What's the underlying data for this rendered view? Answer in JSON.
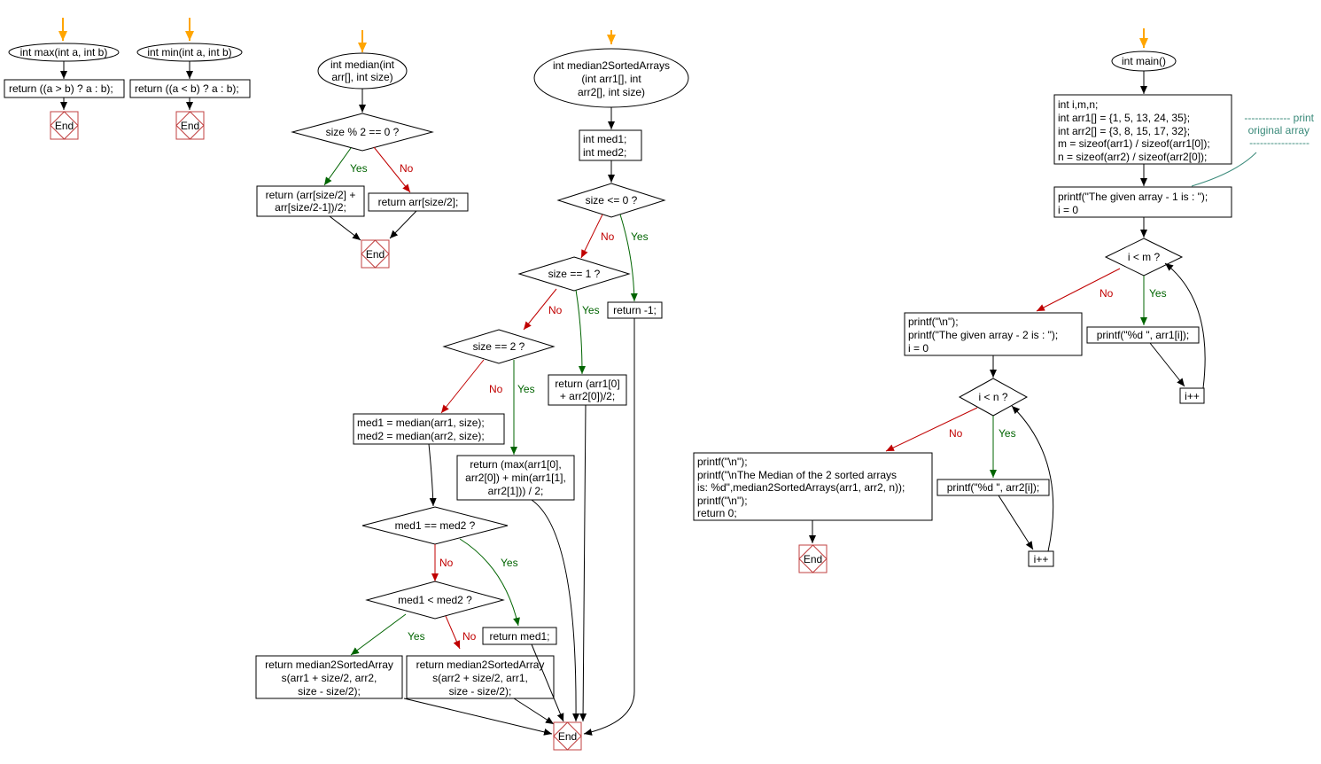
{
  "max_fn": {
    "title": "int max(int a, int b)",
    "ret": "return ((a > b) ? a : b);",
    "end": "End"
  },
  "min_fn": {
    "title": "int min(int a, int b)",
    "ret": "return ((a < b) ? a : b);",
    "end": "End"
  },
  "median_fn": {
    "title": [
      "int median(int",
      "arr[], int size)"
    ],
    "cond": "size % 2 == 0 ?",
    "yes": "Yes",
    "no": "No",
    "ret_even": [
      "return (arr[size/2] +",
      "arr[size/2-1])/2;"
    ],
    "ret_odd": "return arr[size/2];",
    "end": "End"
  },
  "median2_fn": {
    "title": [
      "int median2SortedArrays",
      "(int arr1[], int",
      "arr2[], int size)"
    ],
    "decl": [
      "int med1;",
      "int med2;"
    ],
    "cond1": "size <= 0 ?",
    "ret1": "return -1;",
    "cond2": "size == 1 ?",
    "ret2": [
      "return (arr1[0]",
      "+ arr2[0])/2;"
    ],
    "cond3": "size == 2 ?",
    "calc": [
      "med1 = median(arr1, size);",
      "med2 = median(arr2, size);"
    ],
    "ret3": [
      "return (max(arr1[0],",
      "arr2[0]) + min(arr1[1],",
      "arr2[1])) / 2;"
    ],
    "cond4": "med1 == med2 ?",
    "ret4": "return med1;",
    "cond5": "med1 < med2 ?",
    "ret5": [
      "return median2SortedArray",
      "s(arr1 + size/2, arr2,",
      "size - size/2);"
    ],
    "ret6": [
      "return median2SortedArray",
      "s(arr2 + size/2, arr1,",
      "size - size/2);"
    ],
    "yes": "Yes",
    "no": "No",
    "end": "End"
  },
  "main_fn": {
    "title": "int main()",
    "init": [
      "int i,m,n;",
      "int arr1[] = {1, 5, 13, 24, 35};",
      "int arr2[] = {3, 8, 15, 17, 32};",
      "m = sizeof(arr1) / sizeof(arr1[0]);",
      "n = sizeof(arr2) / sizeof(arr2[0]);"
    ],
    "comment": [
      "------------- print",
      "original array",
      "-----------------"
    ],
    "print1": [
      "printf(\"The given array - 1 is :  \");",
      "i = 0"
    ],
    "cond1": "i < m ?",
    "loop1": "printf(\"%d   \", arr1[i]);",
    "inc1": "i++",
    "print2": [
      "printf(\"\\n\");",
      "printf(\"The given array - 2 is :  \");",
      "i = 0"
    ],
    "cond2": "i < n ?",
    "loop2": "printf(\"%d   \", arr2[i]);",
    "inc2": "i++",
    "final": [
      "printf(\"\\n\");",
      "printf(\"\\nThe Median of the 2 sorted arrays",
      "is: %d\",median2SortedArrays(arr1, arr2, n));",
      "printf(\"\\n\");",
      "return 0;"
    ],
    "yes": "Yes",
    "no": "No",
    "end": "End"
  }
}
